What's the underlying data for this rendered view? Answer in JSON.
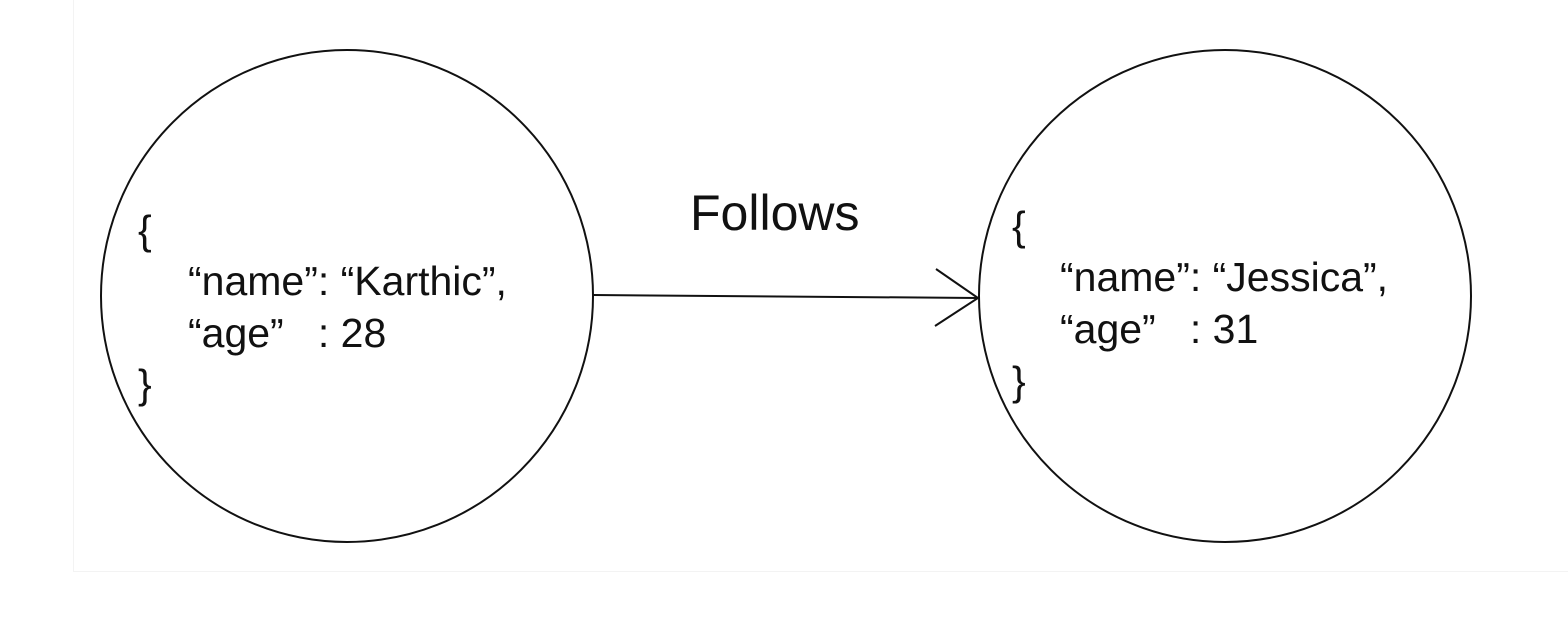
{
  "diagram": {
    "source_node": {
      "open_brace": "{",
      "name_line": "“name”: “Karthic”,",
      "age_line": "“age”   : 28",
      "close_brace": "}"
    },
    "target_node": {
      "open_brace": "{",
      "name_line": "“name”: “Jessica”,",
      "age_line": "“age”   : 31",
      "close_brace": "}"
    },
    "edge": {
      "label": "Follows"
    },
    "colors": {
      "stroke": "#111111",
      "background": "#ffffff"
    }
  }
}
